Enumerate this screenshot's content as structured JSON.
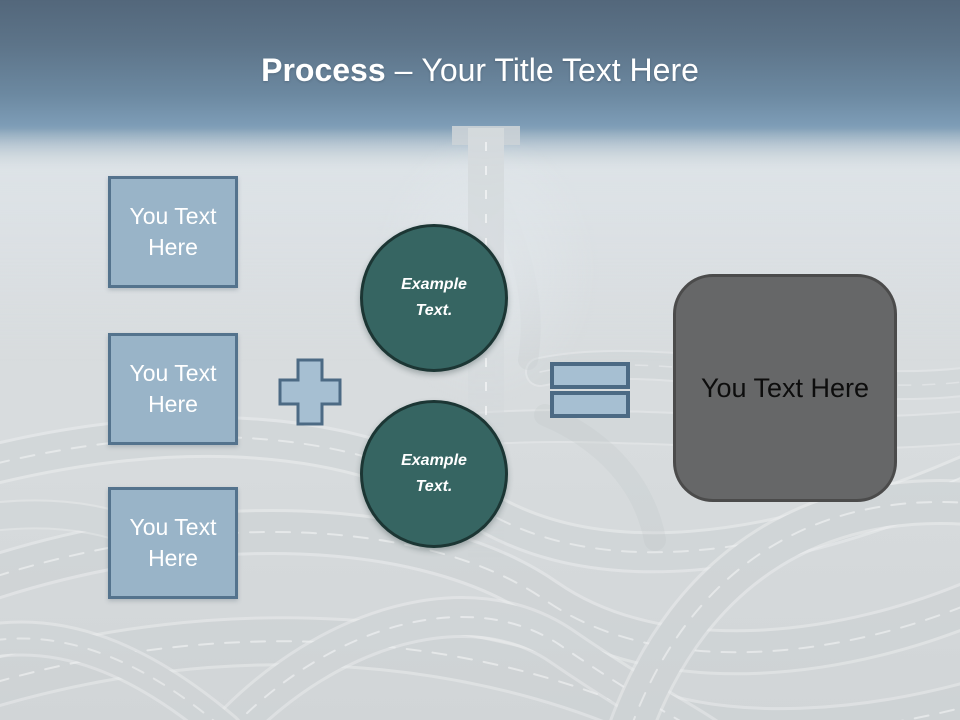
{
  "slide": {
    "title": {
      "emphasis": "Process",
      "separator": "–",
      "rest": "Your Title Text Here"
    },
    "input_boxes": [
      {
        "label": "You Text Here"
      },
      {
        "label": "You Text Here"
      },
      {
        "label": "You Text Here"
      }
    ],
    "example_circles": [
      {
        "label": "Example Text."
      },
      {
        "label": "Example Text."
      }
    ],
    "icons": {
      "plus_icon": "plus-sign",
      "equals_icon": "equals-sign"
    },
    "result_box": {
      "label": "You Text Here"
    },
    "colors": {
      "sky_top": "#53677b",
      "sky_horizon": "#7d9cb6",
      "ground": "#d8dcde",
      "title_color": "#ffffff",
      "input_box_fill": "#99b4c8",
      "input_box_border": "#54738d",
      "circle_fill": "#366562",
      "circle_border": "#1c3634",
      "operator_fill": "#a6bfd2",
      "operator_border": "#4c6a84",
      "result_fill": "#666768",
      "result_border": "#4b4b4b"
    }
  }
}
